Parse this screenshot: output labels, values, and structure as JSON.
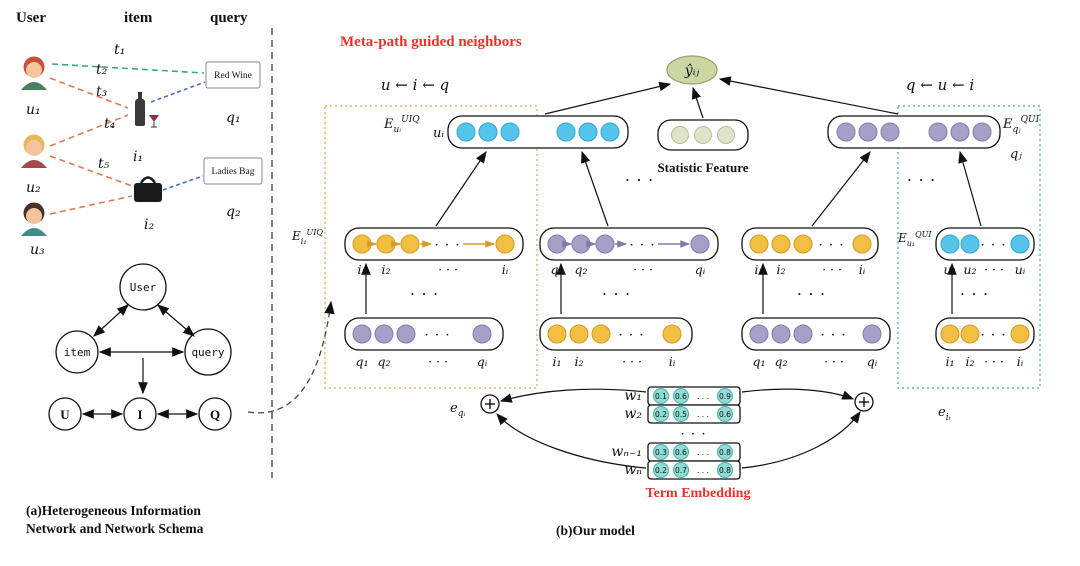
{
  "left": {
    "headers": [
      "User",
      "item",
      "query"
    ],
    "users": [
      "u₁",
      "u₂",
      "u₃"
    ],
    "items": [
      "i₁",
      "i₂"
    ],
    "queries": [
      "q₁",
      "q₂"
    ],
    "query_boxes": [
      "Red Wine",
      "Ladies Bag"
    ],
    "edges": [
      "t₁",
      "t₂",
      "t₃",
      "t₄",
      "t₅"
    ],
    "schema": [
      "User",
      "item",
      "query"
    ],
    "network": [
      "U",
      "I",
      "Q"
    ],
    "caption": [
      "(a)Heterogeneous Information",
      "Network and Network Schema"
    ]
  },
  "right": {
    "title": "Meta-path guided neighbors",
    "metapath_left": "u ← i ← q",
    "metapath_right": "q ← u ← i",
    "prediction": "ŷᵢⱼ",
    "statistic_feature": "Statistic Feature",
    "dots": "· · ·",
    "e_top_left": {
      "base": "E",
      "sub": "uᵢ",
      "sup": "UIQ"
    },
    "e_top_left_var": "uᵢ",
    "e_mid_left": {
      "base": "E",
      "sub": "i₁",
      "sup": "UIQ"
    },
    "e_top_right": {
      "base": "E",
      "sub": "qⱼ",
      "sup": "QUI"
    },
    "e_top_right_var": "qⱼ",
    "e_mid_right": {
      "base": "E",
      "sub": "u₁",
      "sup": "QUI"
    },
    "mid_boxes": [
      {
        "labels": [
          "i₁",
          "i₂",
          "· · ·",
          "iᵢ"
        ]
      },
      {
        "labels": [
          "q₁",
          "q₂",
          "· · ·",
          "qᵢ"
        ]
      },
      {
        "labels": [
          "i₁",
          "i₂",
          "· · ·",
          "iᵢ"
        ]
      },
      {
        "labels": [
          "u₁",
          "u₂",
          "· · ·",
          "uᵢ"
        ]
      }
    ],
    "bottom_boxes": [
      {
        "labels": [
          "q₁",
          "q₂",
          "· · ·",
          "qᵢ"
        ]
      },
      {
        "labels": [
          "i₁",
          "i₂",
          "· · ·",
          "iᵢ"
        ]
      },
      {
        "labels": [
          "q₁",
          "q₂",
          "· · ·",
          "qᵢ"
        ]
      },
      {
        "labels": [
          "i₁",
          "i₂",
          "· · ·",
          "iᵢ"
        ]
      }
    ],
    "agg_left": {
      "base": "e",
      "sub": "qᵢ"
    },
    "agg_right": {
      "base": "e",
      "sub": "iₜ"
    },
    "term_embedding": {
      "title": "Term Embedding",
      "dots_cell": ". . .",
      "rows": [
        {
          "label": "w₁",
          "values": [
            "0.1",
            "0.6",
            "0.9"
          ]
        },
        {
          "label": "w₂",
          "values": [
            "0.2",
            "0.5",
            "0.6"
          ]
        },
        {
          "label": "wₙ₋₁",
          "values": [
            "0.3",
            "0.6",
            "0.8"
          ]
        },
        {
          "label": "wₙ",
          "values": [
            "0.2",
            "0.7",
            "0.8"
          ]
        }
      ]
    },
    "caption": "(b)Our model"
  },
  "colors": {
    "accent_red": "#e8332a",
    "circle_yellow": "#f2bf42",
    "circle_purple": "#a89fc8",
    "circle_blue": "#55c5ec",
    "circle_pale_green": "#dde4c9",
    "circle_teal": "#8fdcd7",
    "prediction_green": "#cbd7a2",
    "dotted_orange": "#e8a33d",
    "dotted_blue": "#3f9fc4"
  }
}
